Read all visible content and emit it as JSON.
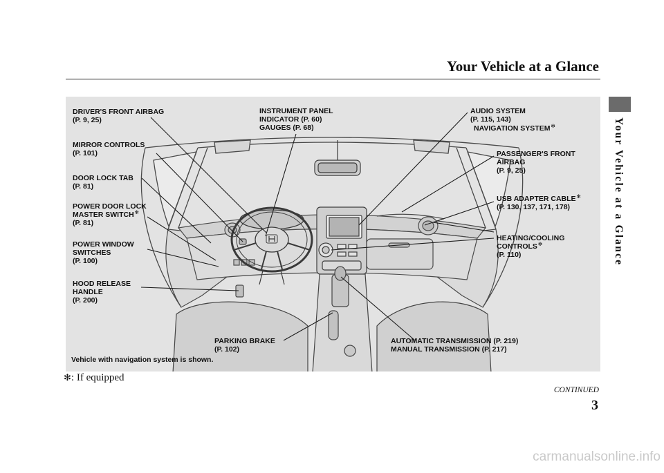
{
  "header": {
    "title": "Your Vehicle at a Glance"
  },
  "side_tab": {
    "text": "Your Vehicle at a Glance"
  },
  "equipped_mark": "✻",
  "figure": {
    "labels": {
      "drivers_airbag": [
        "DRIVER'S FRONT AIRBAG",
        "(P. 9, 25)"
      ],
      "mirror_controls": [
        "MIRROR CONTROLS",
        "(P. 101)"
      ],
      "door_lock_tab": [
        "DOOR LOCK TAB",
        "(P. 81)"
      ],
      "power_door_lock": [
        "POWER DOOR LOCK",
        "MASTER SWITCH",
        "(P. 81)"
      ],
      "power_window": [
        "POWER WINDOW",
        "SWITCHES",
        "(P. 100)"
      ],
      "hood_release": [
        "HOOD RELEASE",
        "HANDLE",
        "(P. 200)"
      ],
      "instrument_panel": [
        "INSTRUMENT PANEL",
        "INDICATOR (P. 60)",
        "GAUGES (P. 68)"
      ],
      "audio_system": [
        "AUDIO SYSTEM",
        "(P. 115, 143)"
      ],
      "navigation_system": [
        "NAVIGATION SYSTEM"
      ],
      "passengers_airbag": [
        "PASSENGER'S FRONT",
        "AIRBAG",
        "(P. 9, 25)"
      ],
      "usb_adapter_cable": [
        "USB ADAPTER CABLE",
        "(P. 130, 137, 171, 178)"
      ],
      "heating_cooling": [
        "HEATING/COOLING",
        "CONTROLS",
        "(P. 110)"
      ],
      "parking_brake": [
        "PARKING BRAKE",
        "(P. 102)"
      ],
      "transmission": [
        "AUTOMATIC TRANSMISSION (P. 219)",
        "MANUAL TRANSMISSION (P. 217)"
      ]
    },
    "caption": "Vehicle with navigation system is shown."
  },
  "footnote_text": ": If equipped",
  "continued": "CONTINUED",
  "page_number": "3",
  "watermark": "carmanualsonline.info"
}
